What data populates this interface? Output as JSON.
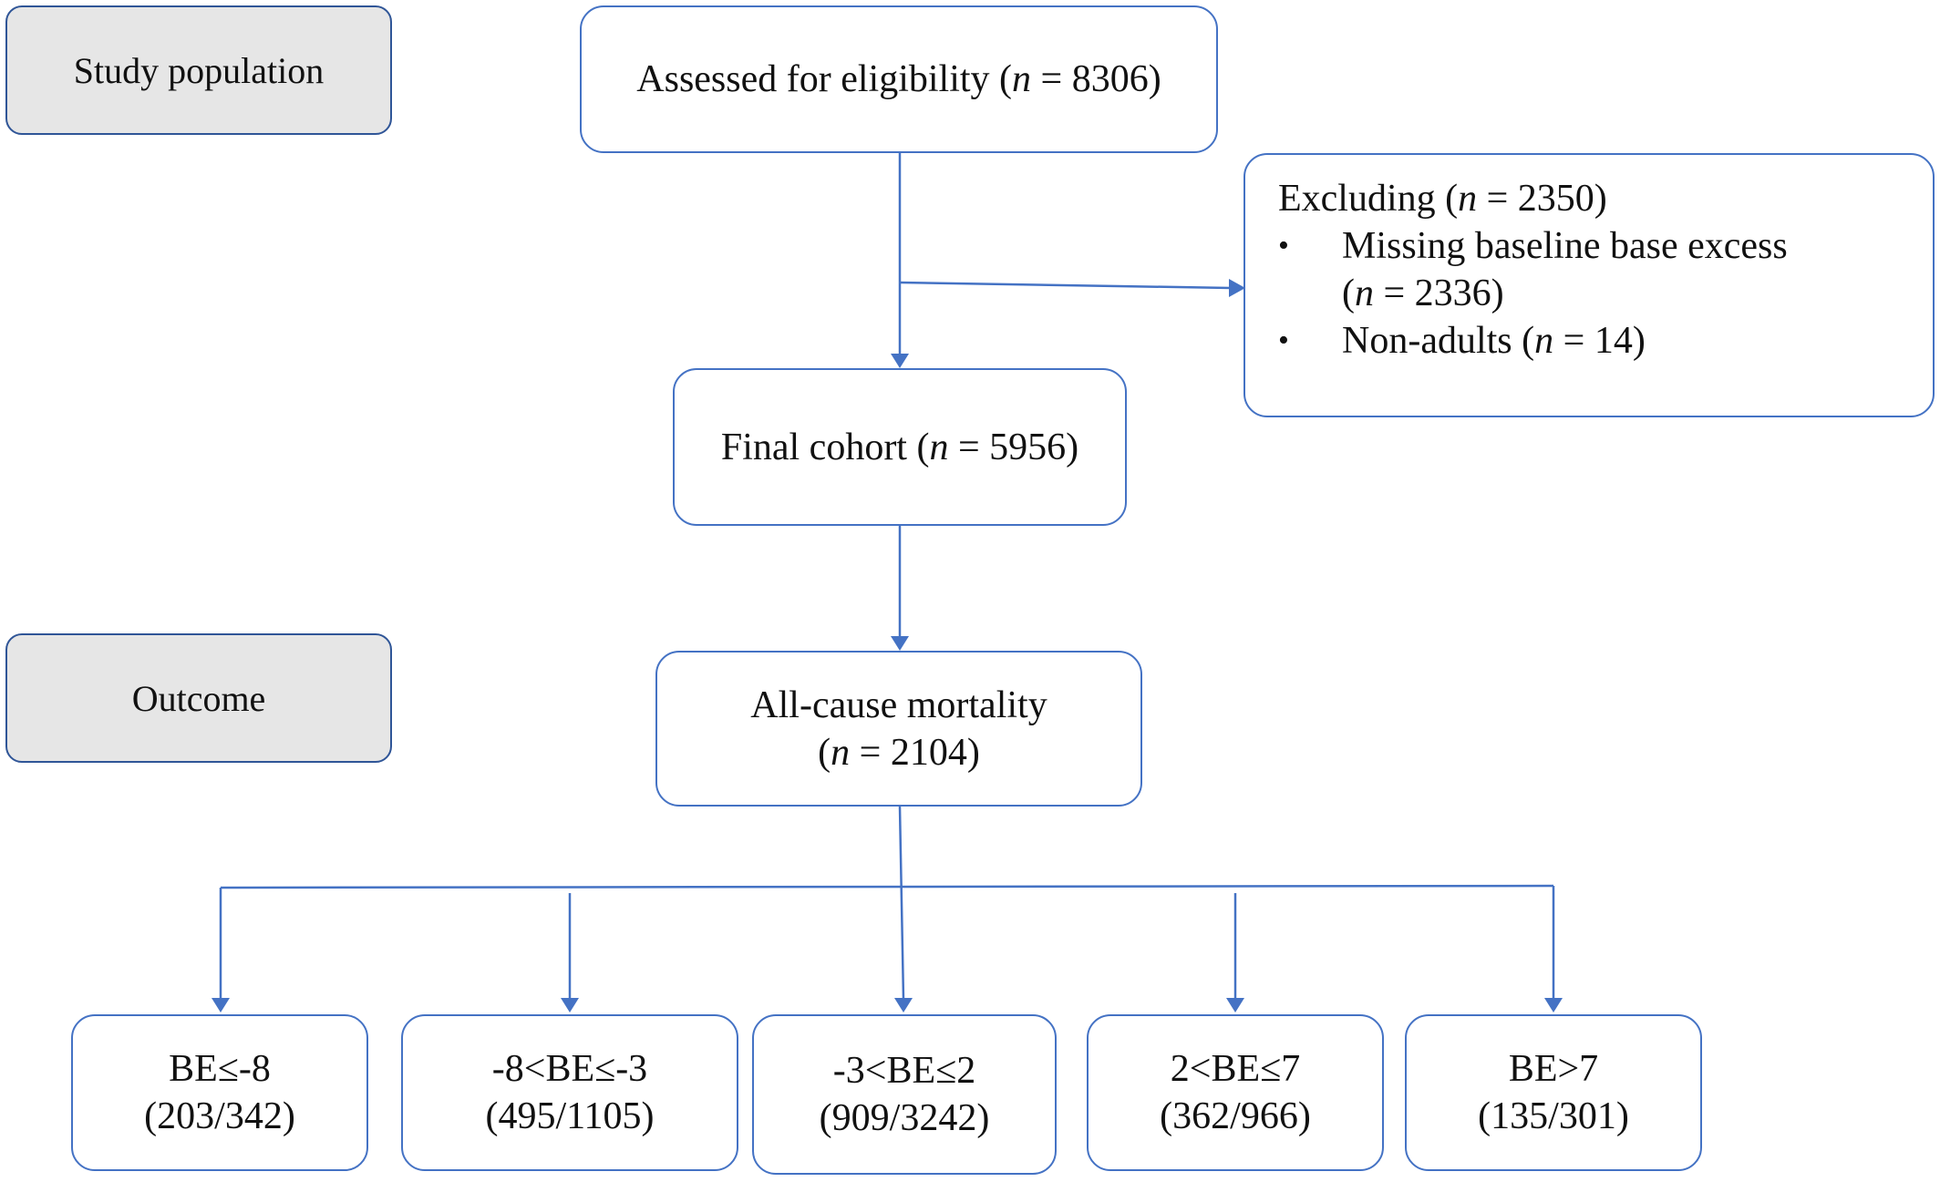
{
  "side_labels": {
    "study_population": "Study population",
    "outcome": "Outcome"
  },
  "assessed": {
    "label": "Assessed for eligibility (",
    "n_symbol": "n",
    "value": " = 8306)"
  },
  "excluding": {
    "title_prefix": "Excluding (",
    "n_symbol": "n",
    "title_suffix": " = 2350)",
    "items": [
      {
        "text": "Missing baseline base excess",
        "sub_prefix": "(",
        "n_symbol": "n",
        "sub_suffix": " = 2336)"
      },
      {
        "text": "Non-adults (",
        "n_symbol": "n",
        "suffix": " = 14)"
      }
    ]
  },
  "final_cohort": {
    "label": "Final cohort (",
    "n_symbol": "n",
    "value": " = 5956)"
  },
  "mortality": {
    "label": "All-cause mortality",
    "sub_prefix": "(",
    "n_symbol": "n",
    "sub_suffix": " = 2104)"
  },
  "groups": [
    {
      "label": "BE≤-8",
      "count": "(203/342)"
    },
    {
      "label": "-8<BE≤-3",
      "count": "(495/1105)"
    },
    {
      "label": "-3<BE≤2",
      "count": "(909/3242)"
    },
    {
      "label": "2<BE≤7",
      "count": "(362/966)"
    },
    {
      "label": "BE>7",
      "count": "(135/301)"
    }
  ]
}
